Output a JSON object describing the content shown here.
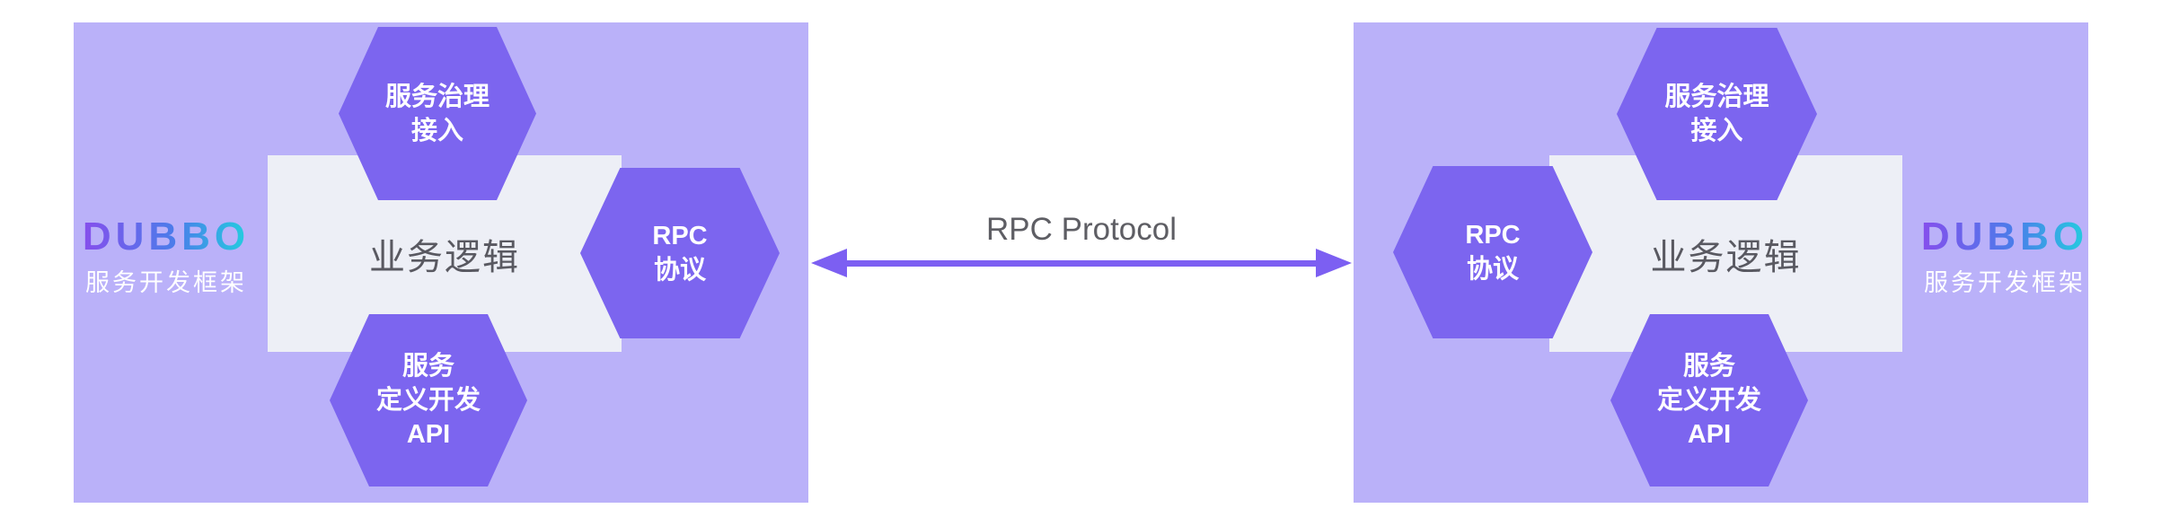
{
  "diagram": {
    "connection": {
      "label": "RPC Protocol"
    },
    "colors": {
      "panel_bg": "#BAB1F9",
      "hexagon_fill": "#7C65EF",
      "logic_block_bg": "#EDEFF6",
      "arrow": "#7C5FF2",
      "logic_text": "#595961",
      "connection_label_text": "#5E5E64",
      "hexagon_text": "#FFFFFF",
      "logo_subtitle_text": "#FFFFFF",
      "logo_gradient_start": "#8A4BEC",
      "logo_gradient_mid": "#4A7DEA",
      "logo_gradient_end": "#1FD6DE"
    },
    "panels": [
      {
        "side": "left",
        "logo": {
          "brand": "DUBBO",
          "subtitle": "服务开发框架"
        },
        "logic_label": "业务逻辑",
        "hex_governance": {
          "lines": [
            "服务治理",
            "接入"
          ]
        },
        "hex_rpc": {
          "lines": [
            "RPC",
            "协议"
          ]
        },
        "hex_api": {
          "lines": [
            "服务",
            "定义开发",
            "API"
          ]
        }
      },
      {
        "side": "right",
        "logo": {
          "brand": "DUBBO",
          "subtitle": "服务开发框架"
        },
        "logic_label": "业务逻辑",
        "hex_governance": {
          "lines": [
            "服务治理",
            "接入"
          ]
        },
        "hex_rpc": {
          "lines": [
            "RPC",
            "协议"
          ]
        },
        "hex_api": {
          "lines": [
            "服务",
            "定义开发",
            "API"
          ]
        }
      }
    ]
  }
}
